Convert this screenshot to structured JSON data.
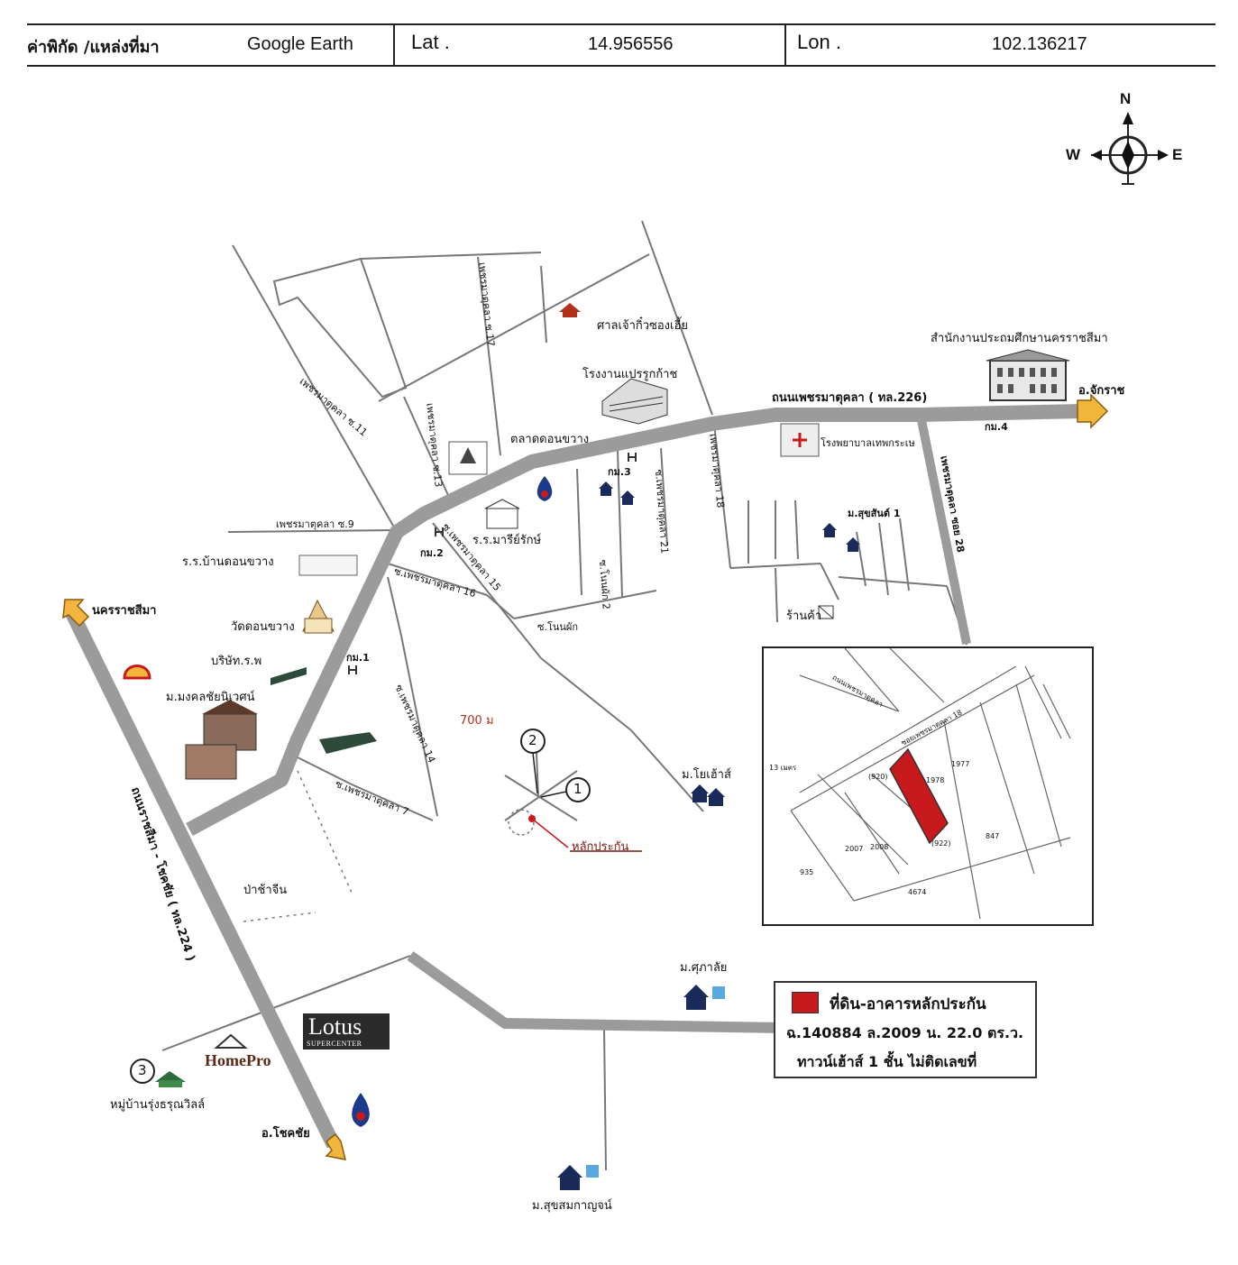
{
  "header": {
    "coord_label": "ค่าพิกัด /แหล่งที่มา",
    "source": "Google Earth",
    "lat_label": "Lat .",
    "lat_value": "14.956556",
    "lon_label": "Lon .",
    "lon_value": "102.136217"
  },
  "compass": {
    "n": "N",
    "e": "E",
    "w": "W"
  },
  "labels": {
    "shrine": "ศาลเจ้ากิ๋วซองเฮี้ย",
    "factory": "โรงงานแปรรูกก้าช",
    "office": "สำนักงานประถมศึกษานครราชสีมา",
    "main_road": "ถนนเพชรมาตุคลา ( ทล.226)",
    "to_chakkarat": "อ.จักราช",
    "km4": "กม.4",
    "market": "ตลาดดอนขวาง",
    "km3": "กม.3",
    "hospital": "โรงพยาบาลเทพกระเษ",
    "school1": "ร.ร.มารีย์รักษ์",
    "km2": "กม.2",
    "soi9": "เพชรมาตุคลา ซ.9",
    "soi11": "เพชรมาตุคลา ซ.11",
    "soi13": "เพชรมาตุคลา ซ.13",
    "soi17": "เพชรมาตุคลา ซ.17",
    "soi15": "ซ.เพชรมาตุคลา 15",
    "soi16": "ซ.เพชรมาตุคลา 16",
    "soi14": "ซ.เพชรมาตุคลา 14",
    "soi7": "ซ.เพชรมาตุคลา 7",
    "soi12": "ซ.โนนผัก",
    "soi18": "ซ.โนนผัก 2",
    "soi_r1": "ซ.เพชรมาตุคลา 21",
    "soi_r2": "เพชรมาตุคลา 18",
    "village_sri": "ม.สุขสันต์ 1",
    "soi28": "เพชรมาตุคลา ซอย 28",
    "shop": "ร้านค้า",
    "school2": "ร.ร.บ้านดอนขวาง",
    "temple": "วัดดอนขวาง",
    "to_korat": "นครราชสีมา",
    "company": "บริษัท.ร.พ",
    "km1": "กม.1",
    "village_mongkol": "ม.มงคลชัยนิเวศน์",
    "dist": "700 ม",
    "village_yo": "ม.โยเฮ้าส์",
    "collateral": "หลักประกัน",
    "hwy224": "ถนนราชสีมา - โชคชัย ( ทล.224 )",
    "forest": "ป่าช้าจีน",
    "village_supa": "ม.ศุภาลัย",
    "village_rung": "หมู่บ้านรุ่งธรุณวิลล์",
    "to_chokchai": "อ.โชคชัย",
    "village_suk": "ม.สุขสมกาญจน์",
    "homepro": "HomePro",
    "lotus_main": "Lotus",
    "lotus_sub": "SUPERCENTER",
    "marker1": "1",
    "marker2": "2",
    "marker3": "3"
  },
  "inset": {
    "road": "ซอยเพชรมาตุคลา 18",
    "road2": "ถนนเพชรมาตุคลา",
    "width": "13 เมตร",
    "p1": "1977",
    "p2": "1978",
    "p3": "2008",
    "p4": "2007",
    "p5": "935",
    "p6": "4674",
    "p7": "847",
    "p8": "(920)",
    "p9": "(922)"
  },
  "legend": {
    "line1": "ที่ดิน-อาคารหลักประกัน",
    "line2": "ฉ.140884  ล.2009 น. 22.0 ตร.ว.",
    "line3": "ทาวน์เฮ้าส์ 1 ชั้น  ไม่ติดเลขที่",
    "swatch_color": "#c8191d"
  },
  "colors": {
    "road_main": "#9b9b9b",
    "road_minor": "#777777",
    "arrow": "#f2b63d"
  }
}
